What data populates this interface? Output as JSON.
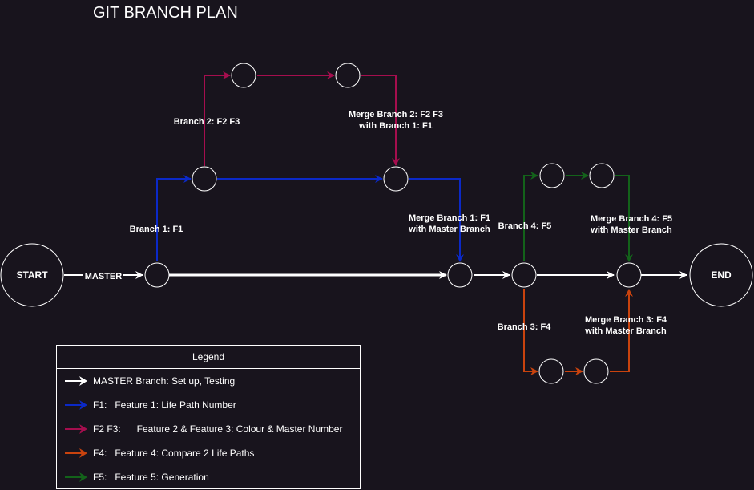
{
  "title": "GIT BRANCH PLAN",
  "colors": {
    "background": "#18141d",
    "master": "#ffffff",
    "f1": "#0b29c7",
    "f2f3": "#a50e4e",
    "f4": "#c9430e",
    "f5": "#13631a"
  },
  "nodes": {
    "start": "START",
    "end": "END"
  },
  "labels": {
    "master": "MASTER",
    "branch1": "Branch 1: F1",
    "branch2": "Branch 2: F2 F3",
    "merge2": [
      "Merge Branch 2: F2 F3",
      "with Branch 1: F1"
    ],
    "merge1": [
      "Merge Branch 1: F1",
      "with Master Branch"
    ],
    "branch4": "Branch 4: F5",
    "merge4": [
      "Merge Branch 4: F5",
      "with Master Branch"
    ],
    "branch3": "Branch 3: F4",
    "merge3": [
      "Merge Branch 3: F4",
      "with Master Branch"
    ]
  },
  "legend": {
    "title": "Legend",
    "items": [
      {
        "key": "master",
        "text": "MASTER Branch: Set up, Testing"
      },
      {
        "key": "f1",
        "text": "F1:   Feature 1: Life Path Number"
      },
      {
        "key": "f2f3",
        "text": "F2 F3:      Feature 2 & Feature 3: Colour & Master Number"
      },
      {
        "key": "f4",
        "text": "F4:   Feature 4: Compare 2 Life Paths"
      },
      {
        "key": "f5",
        "text": "F5:   Feature 5: Generation"
      }
    ]
  }
}
